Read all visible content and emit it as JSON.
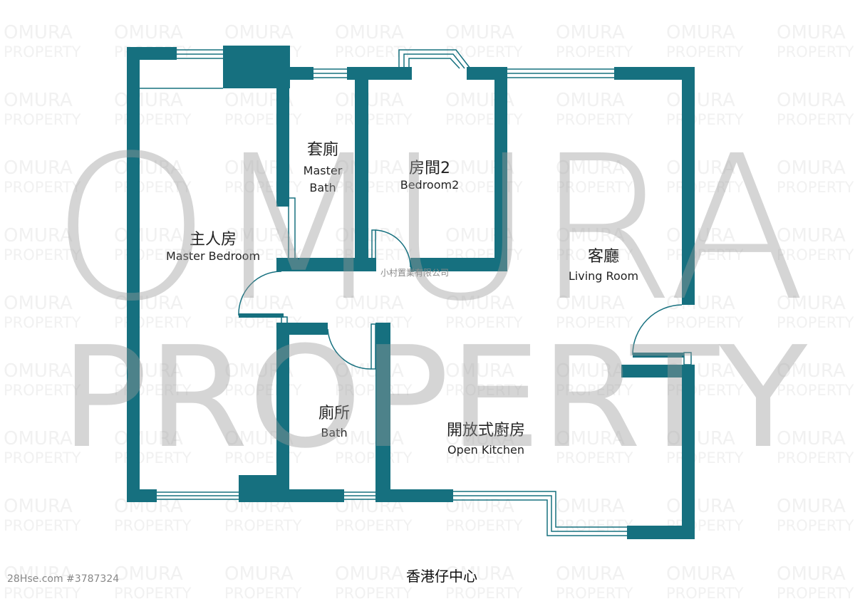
{
  "colors": {
    "wall": "#16707f",
    "watermark": "#bdbdbd",
    "background": "#ffffff"
  },
  "watermark": {
    "big_line1": "OMURA",
    "big_line2": "PROPERTY",
    "tile_line1": "OMURA",
    "tile_line2": "PROPERTY"
  },
  "rooms": [
    {
      "zh": "主人房",
      "en": "Master Bedroom"
    },
    {
      "zh": "套廁",
      "en": "Master Bath"
    },
    {
      "zh": "房間2",
      "en": "Bedroom2"
    },
    {
      "zh": "客廳",
      "en": "Living Room"
    },
    {
      "zh": "廁所",
      "en": "Bath"
    },
    {
      "zh": "開放式廚房",
      "en": "Open Kitchen"
    }
  ],
  "company": "小村置業有限公司",
  "source": "28Hse.com #3787324",
  "building": "香港仔中心"
}
